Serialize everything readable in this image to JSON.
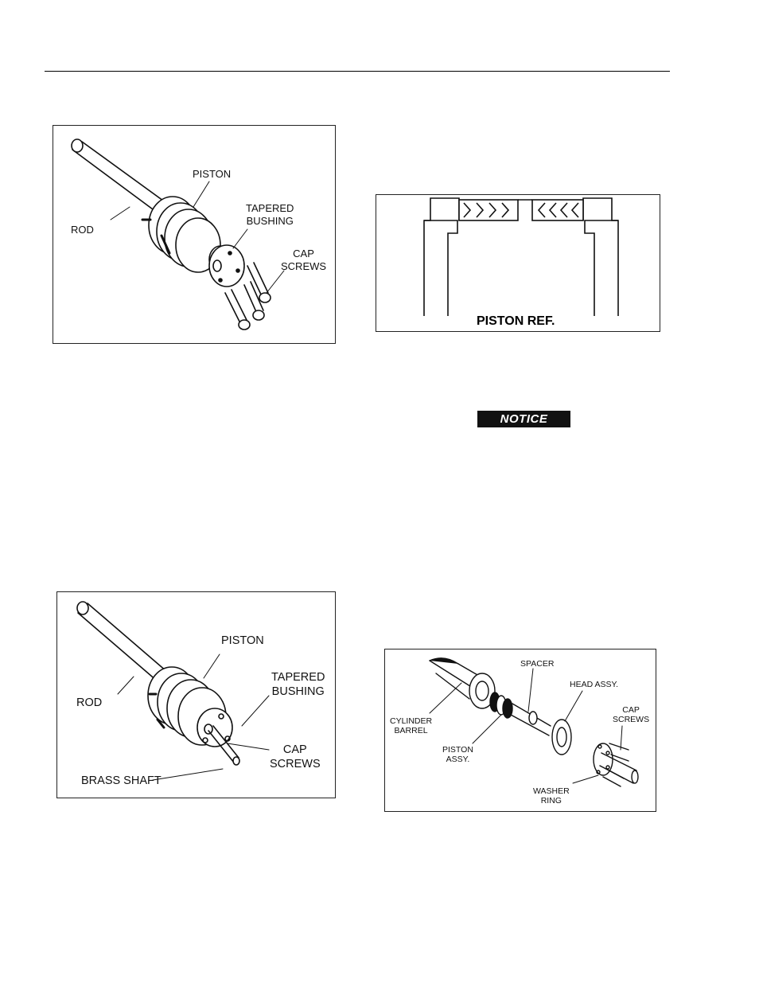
{
  "fig1": {
    "labels": {
      "piston": "PISTON",
      "rod": "ROD",
      "bushing": "TAPERED\nBUSHING",
      "screws": "CAP\nSCREWS"
    }
  },
  "fig2": {
    "caption": "PISTON REF."
  },
  "notice": {
    "label": "NOTICE"
  },
  "fig3": {
    "labels": {
      "piston": "PISTON",
      "rod": "ROD",
      "bushing": "TAPERED\nBUSHING",
      "screws": "CAP\nSCREWS",
      "shaft": "BRASS SHAFT"
    }
  },
  "fig4": {
    "labels": {
      "spacer": "SPACER",
      "head": "HEAD ASSY.",
      "barrel": "CYLINDER\nBARREL",
      "screws": "CAP\nSCREWS",
      "piston": "PISTON\nASSY.",
      "washer": "WASHER\nRING"
    }
  }
}
